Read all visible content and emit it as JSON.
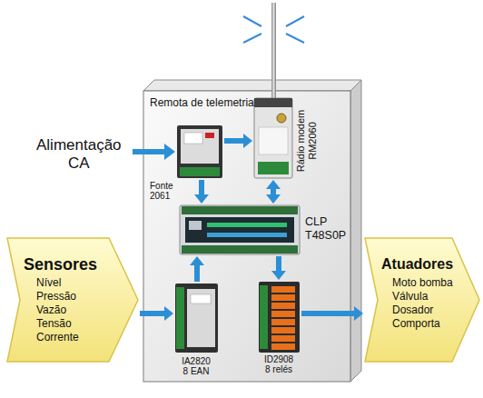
{
  "diagram": {
    "nodes": [
      {
        "text": [
          "Remota de telemetria"
        ]
      },
      {
        "text": [
          "Fonte 2061"
        ],
        "in": 0
      },
      {
        "text": [
          "Rádio modem RM2060"
        ],
        "in": 0
      },
      {
        "text": [
          "CLP T48S0P"
        ],
        "in": 0
      },
      {
        "text": [
          "Sensores",
          "Nível",
          "Pressão",
          "Vazão",
          "Tensão",
          "Corrente"
        ]
      },
      {
        "text": [
          "IA2820 8 EAN"
        ],
        "in": 0
      },
      {
        "text": [
          "ID2908 8 relés"
        ],
        "in": 0
      },
      {
        "text": [
          "Atuadores",
          "Moto bomba",
          "Válvula",
          "Dosador",
          "Comporta"
        ]
      }
    ],
    "edges": [
      {
        "from": 1,
        "to": 2,
        "arrow": "to"
      },
      {
        "from": 1,
        "to": 3,
        "arrow": "to"
      },
      {
        "from": 2,
        "to": 3,
        "arrow": "both"
      },
      {
        "from": 5,
        "to": 3,
        "arrow": "to"
      },
      {
        "from": 3,
        "to": 6,
        "arrow": "to"
      },
      {
        "from": 4,
        "to": 5,
        "arrow": "to"
      },
      {
        "from": 6,
        "to": 7,
        "arrow": "to"
      }
    ],
    "labels": [
      "Alimentação CA"
    ]
  }
}
